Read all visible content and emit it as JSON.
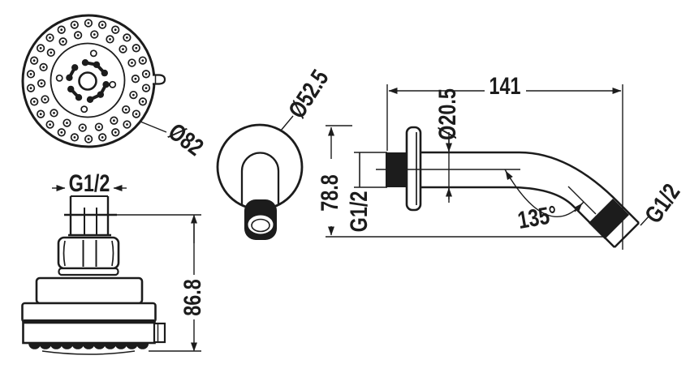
{
  "colors": {
    "line": "#1c1c1c",
    "background": "#ffffff"
  },
  "views": {
    "head_front": {
      "diameter_label": "Ø82"
    },
    "head_side": {
      "thread_label": "G1/2",
      "height_label": "86.8"
    },
    "arm_front": {
      "flange_diameter_label": "Ø52.5"
    },
    "arm_side": {
      "length_label": "141",
      "tube_diameter_label": "Ø20.5",
      "drop_label": "78.8",
      "wall_thread_label": "G1/2",
      "angle_label": "135°",
      "outlet_thread_label": "G1/2"
    }
  }
}
